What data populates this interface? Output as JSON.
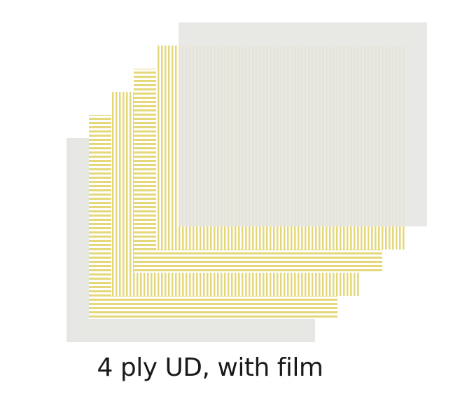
{
  "caption": "4 ply UD, with film",
  "colors": {
    "film": "#e6e6e2",
    "fiber": "#e4d87a",
    "fiber_light": "#efe6a6",
    "background": "#ffffff"
  },
  "layers": [
    {
      "kind": "film",
      "orientation": "none"
    },
    {
      "kind": "ply",
      "orientation": "horizontal"
    },
    {
      "kind": "ply",
      "orientation": "vertical"
    },
    {
      "kind": "ply",
      "orientation": "horizontal"
    },
    {
      "kind": "ply",
      "orientation": "vertical"
    },
    {
      "kind": "film",
      "orientation": "none"
    }
  ]
}
